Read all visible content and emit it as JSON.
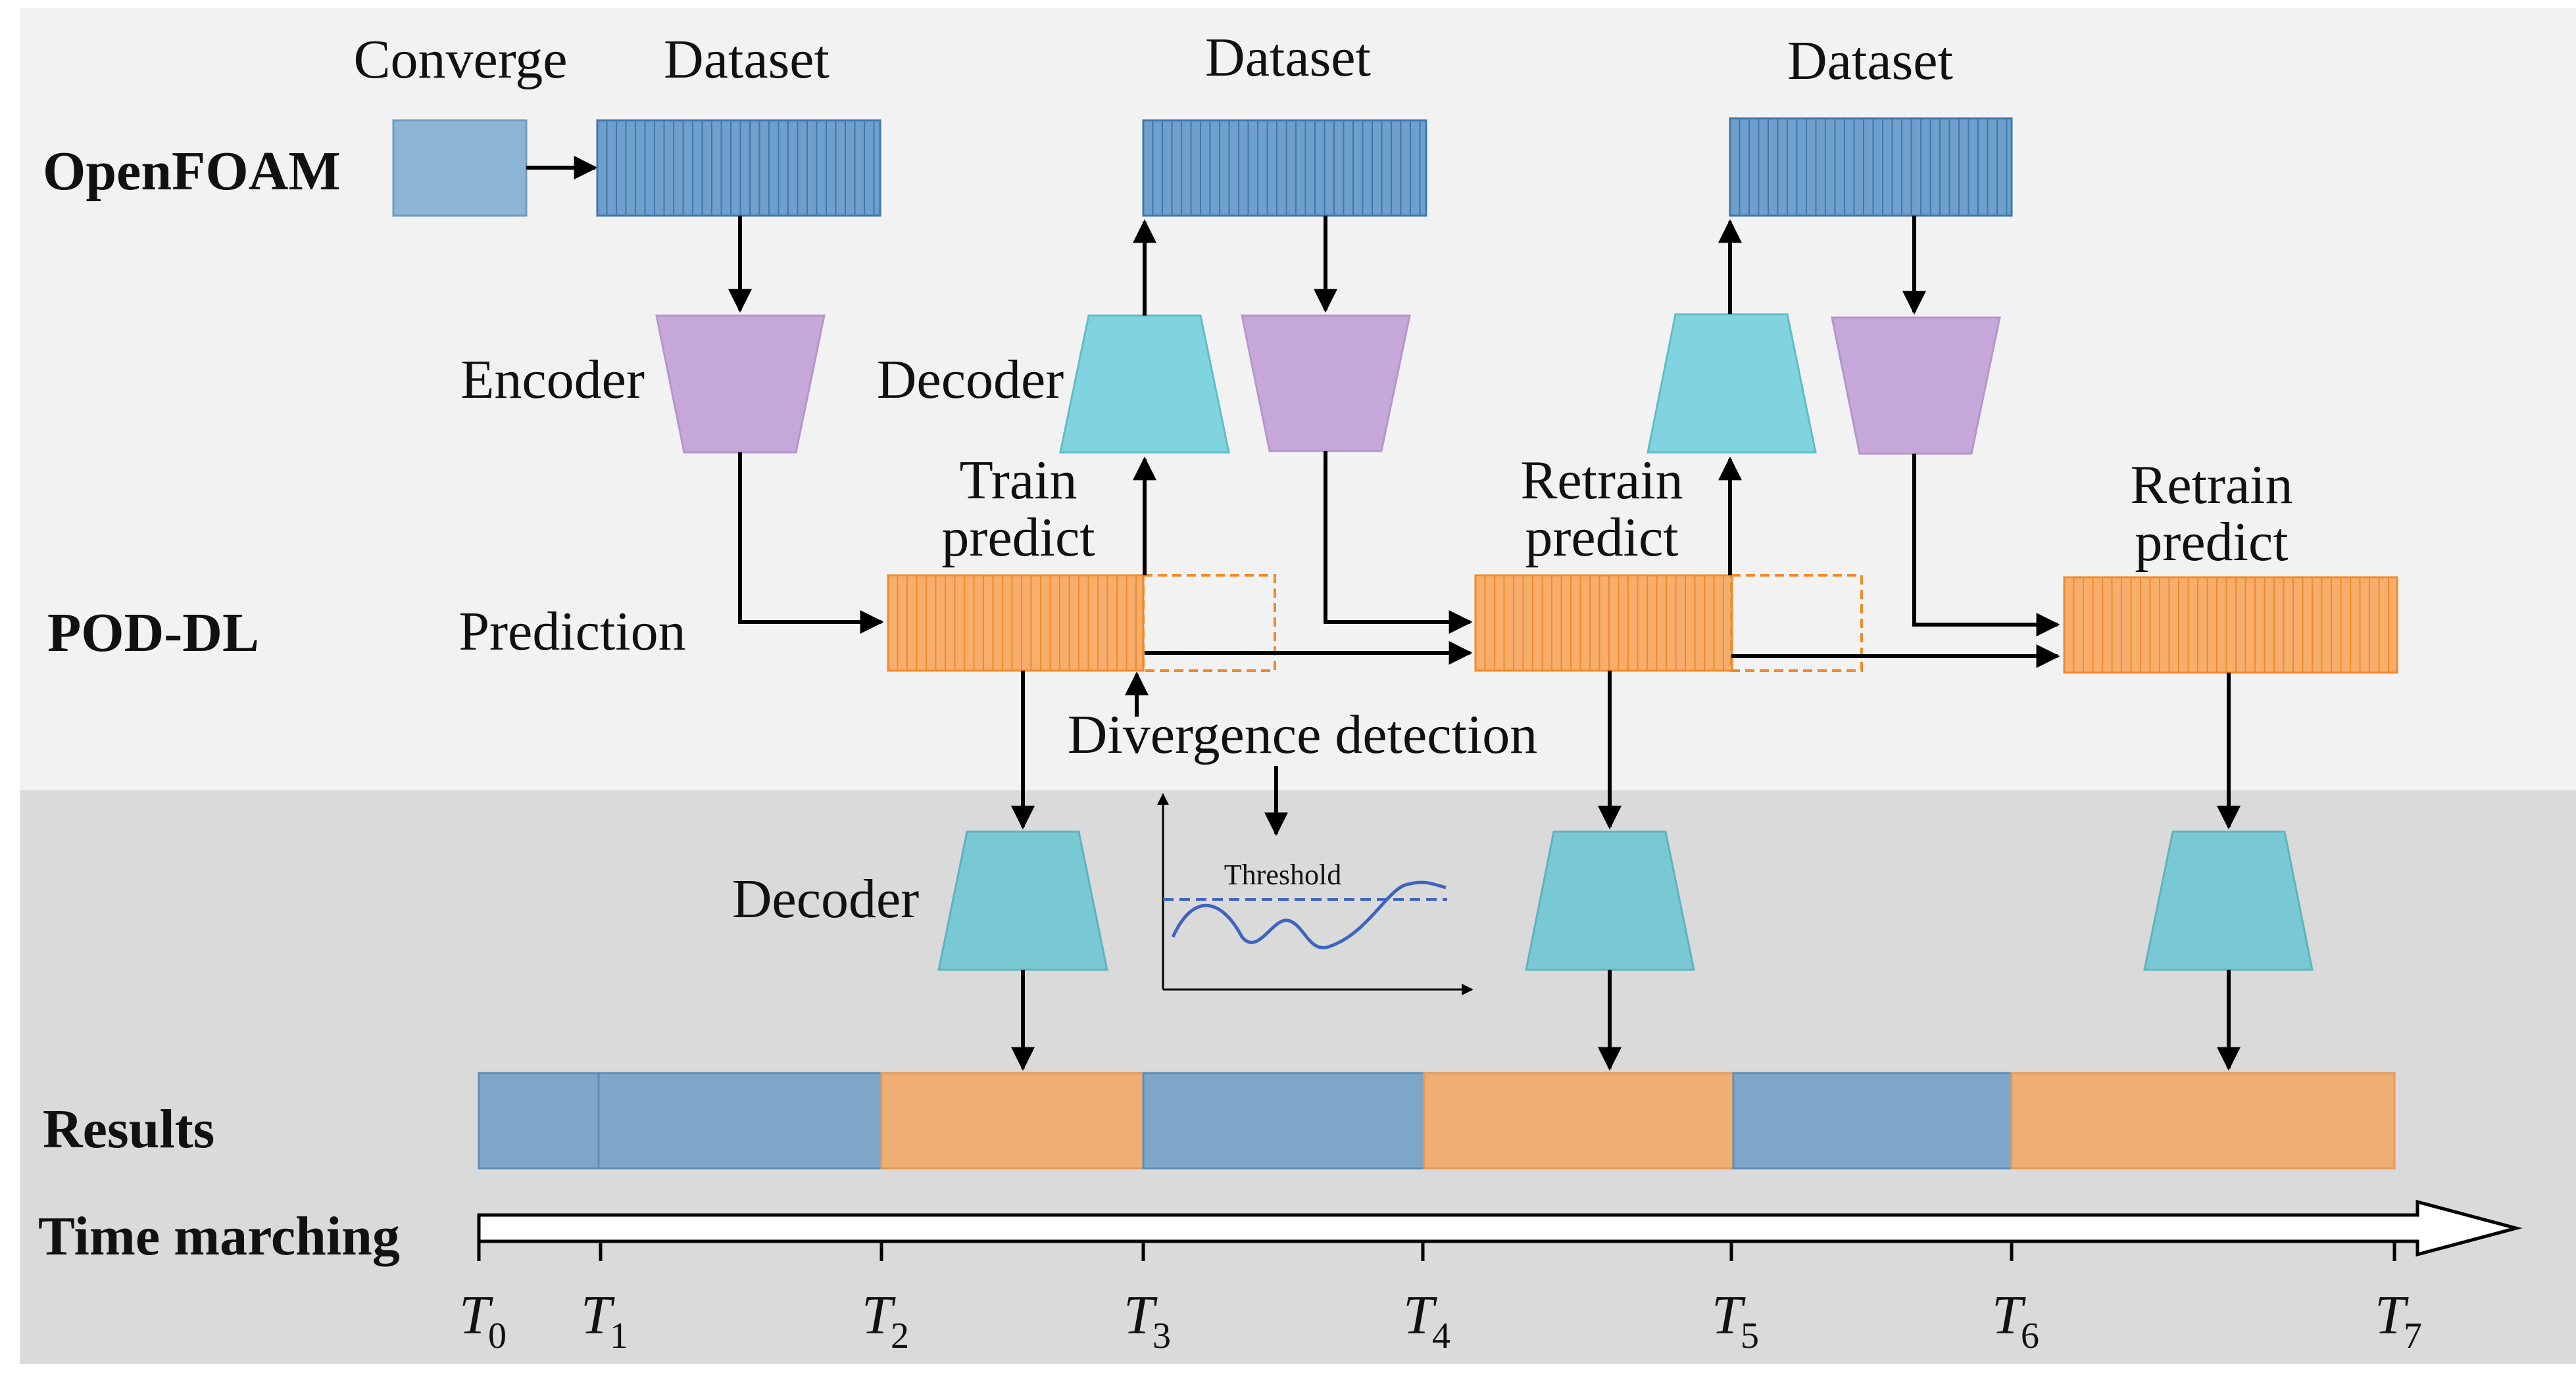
{
  "rows": {
    "openfoam": "OpenFOAM",
    "pod_dl": "POD-DL",
    "results": "Results",
    "time_marching": "Time marching"
  },
  "labels": {
    "converge": "Converge",
    "dataset_1": "Dataset",
    "dataset_2": "Dataset",
    "dataset_3": "Dataset",
    "encoder": "Encoder",
    "decoder_top": "Decoder",
    "decoder_bottom": "Decoder",
    "prediction": "Prediction",
    "train_predict_line1": "Train",
    "train_predict_line2": "predict",
    "retrain_1_line1": "Retrain",
    "retrain_1_line2": "predict",
    "retrain_2_line1": "Retrain",
    "retrain_2_line2": "predict",
    "divergence_detection": "Divergence detection",
    "threshold": "Threshold"
  },
  "time_ticks": [
    {
      "t": "T",
      "sub": "0"
    },
    {
      "t": "T",
      "sub": "1"
    },
    {
      "t": "T",
      "sub": "2"
    },
    {
      "t": "T",
      "sub": "3"
    },
    {
      "t": "T",
      "sub": "4"
    },
    {
      "t": "T",
      "sub": "5"
    },
    {
      "t": "T",
      "sub": "6"
    },
    {
      "t": "T",
      "sub": "7"
    }
  ],
  "results_segments": [
    "openfoam",
    "openfoam",
    "pod-dl",
    "openfoam",
    "pod-dl",
    "openfoam",
    "pod-dl"
  ],
  "colors": {
    "openfoam_block": "#7EA6C8",
    "dataset_fill": "#6FA0CC",
    "prediction_fill": "#F7AE6C",
    "result_orange": "#EFAE74",
    "encoder": "#C5A7DA",
    "decoder": "#7FD3DF",
    "decoder_bottom": "#79C9D4",
    "dashed_orange": "#F08A2A",
    "threshold_line": "#3E64C0",
    "band_top": "#F2F2F2",
    "band_bottom": "#DADADA"
  }
}
